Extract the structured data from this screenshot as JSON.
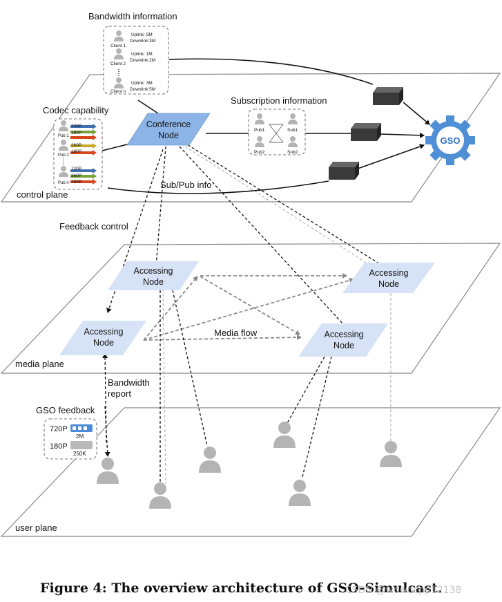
{
  "planes": {
    "control": "control plane",
    "media": "media plane",
    "user": "user plane"
  },
  "bandwidth": {
    "title": "Bandwidth information",
    "clients": [
      {
        "name": "Client 1",
        "up": "Uplink: 5M",
        "down": "Downlink:3M"
      },
      {
        "name": "Client 2",
        "up": "Uplink: 1M",
        "down": "Downlink:2M"
      },
      {
        "name": "Client n",
        "up": "Uplink: 3M",
        "down": "Downlink:5M"
      }
    ]
  },
  "codec": {
    "title": "Codec capability",
    "pubs": [
      {
        "name": "Pub 1",
        "levels": [
          "720P",
          "180P"
        ]
      },
      {
        "name": "Pub 2",
        "levels": [
          "360P",
          "180P"
        ]
      },
      {
        "name": "Pub n",
        "levels": [
          "720P",
          "360P",
          "180P"
        ]
      }
    ]
  },
  "conference_node": {
    "line1": "Conference",
    "line2": "Node"
  },
  "subscription": {
    "title": "Subscription information",
    "pub1": "Pub1",
    "pub2": "Pub2",
    "sub1": "Sub1",
    "sub2": "Sub2"
  },
  "gso": {
    "label": "GSO"
  },
  "labels": {
    "subpub": "Sub/Pub info",
    "feedback_control": "Feedback control",
    "media_flow": "Media flow",
    "bandwidth_report_1": "Bandwidth",
    "bandwidth_report_2": "report"
  },
  "accessing_node": {
    "line1": "Accessing",
    "line2": "Node"
  },
  "gso_feedback": {
    "title": "GSO feedback",
    "rows": [
      {
        "res": "720P",
        "rate": "2M"
      },
      {
        "res": "180P",
        "rate": "250K"
      }
    ]
  },
  "caption": "Figure 4: The overview architecture of GSO-Simulcast.",
  "watermark": "CSDN @wowocpp12138",
  "colors": {
    "node_fill": "#d6e2f5",
    "conf_fill": "#8cb4e6",
    "gso_gear": "#4f8fd6",
    "server": "#3a3a3a",
    "person": "#b4b4b4"
  }
}
